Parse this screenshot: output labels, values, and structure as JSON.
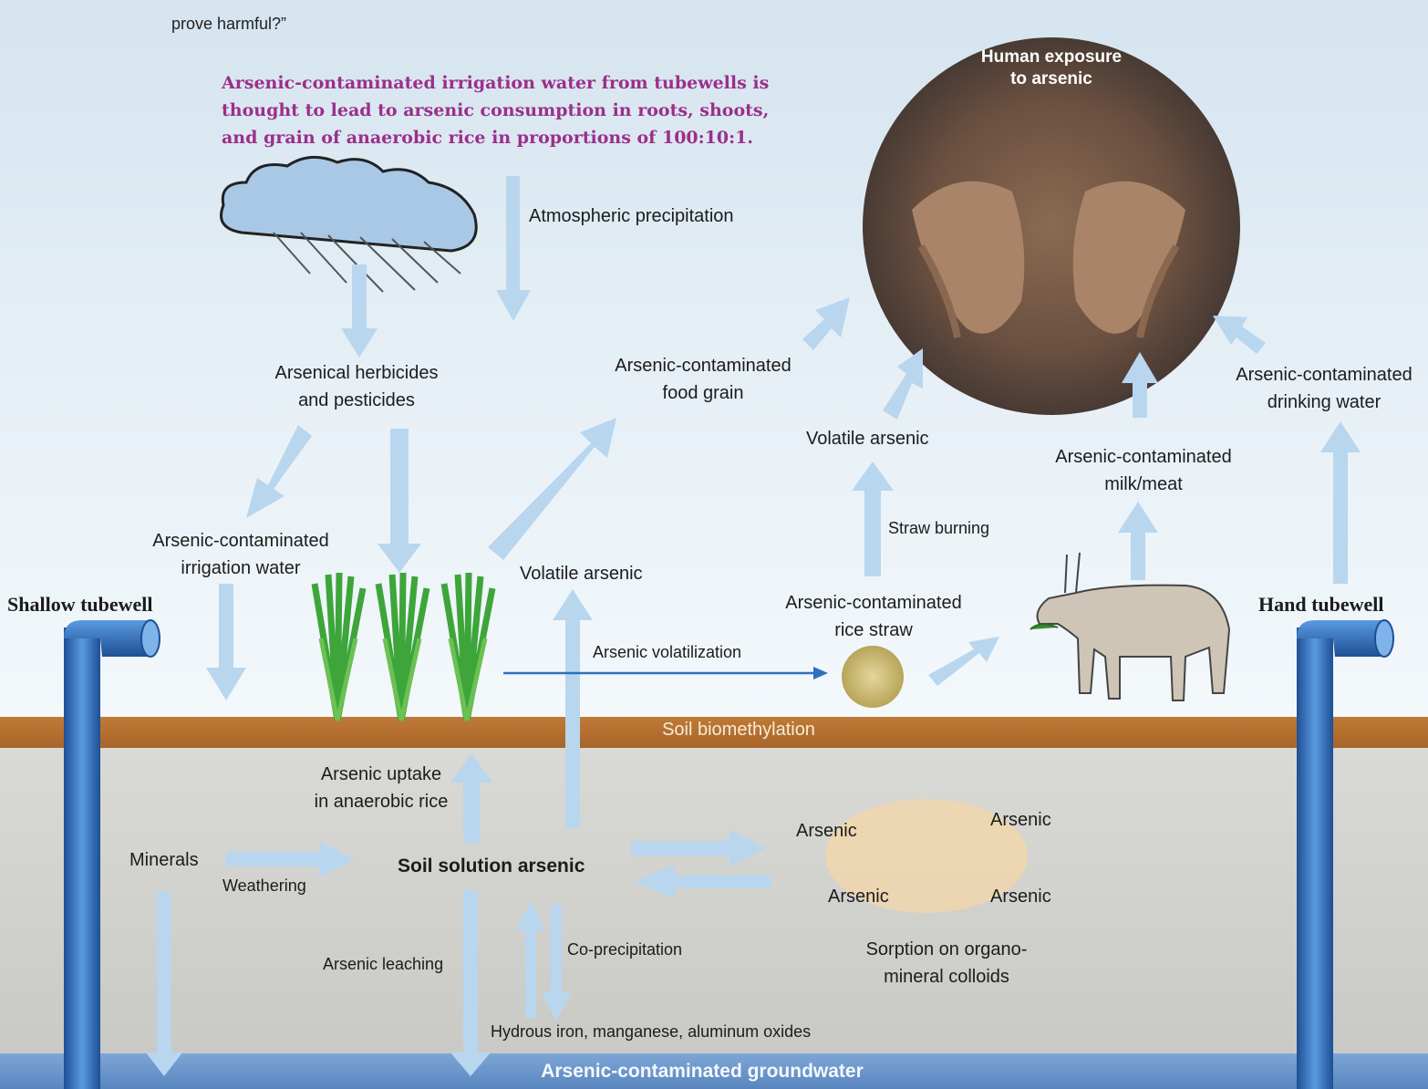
{
  "header": {
    "fragment": "prove harmful?”"
  },
  "callout": {
    "line1": "Arsenic-contaminated irrigation water from tubewells is",
    "line2": "thought to lead to arsenic consumption in roots, shoots,",
    "line3": "and grain of anaerobic rice in proportions of 100:10:1."
  },
  "photo": {
    "line1": "Human exposure",
    "line2": "to arsenic"
  },
  "labels": {
    "atmospheric": "Atmospheric precipitation",
    "herbicides1": "Arsenical herbicides",
    "herbicides2": "and pesticides",
    "food1": "Arsenic-contaminated",
    "food2": "food grain",
    "volatile_top": "Volatile arsenic",
    "milk1": "Arsenic-contaminated",
    "milk2": "milk/meat",
    "drinking1": "Arsenic-contaminated",
    "drinking2": "drinking water",
    "irrigation1": "Arsenic-contaminated",
    "irrigation2": "irrigation water",
    "straw_burning": "Straw burning",
    "volatile_mid": "Volatile arsenic",
    "straw1": "Arsenic-contaminated",
    "straw2": "rice straw",
    "volatilization": "Arsenic volatilization",
    "shallow_tubewell": "Shallow tubewell",
    "hand_tubewell": "Hand tubewell",
    "soil_biomethylation": "Soil biomethylation",
    "uptake1": "Arsenic uptake",
    "uptake2": "in anaerobic rice",
    "minerals": "Minerals",
    "weathering": "Weathering",
    "soil_solution": "Soil solution arsenic",
    "arsenic_a": "Arsenic",
    "arsenic_b": "Arsenic",
    "arsenic_c": "Arsenic",
    "arsenic_d": "Arsenic",
    "sorption1": "Sorption on organo-",
    "sorption2": "mineral colloids",
    "coprecip": "Co-precipitation",
    "leaching": "Arsenic leaching",
    "oxides": "Hydrous iron, manganese, aluminum oxides",
    "groundwater": "Arsenic-contaminated groundwater"
  },
  "colors": {
    "arrow": "#b9d6ef",
    "pipe": "#2f6fbf",
    "callout": "#9b2f8a",
    "soil_band": "#b06e30",
    "groundwater": "#6a95cb"
  }
}
